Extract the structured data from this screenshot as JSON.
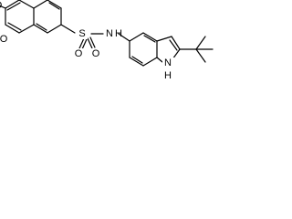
{
  "molecule": {
    "atoms": {
      "carbonyl_o": "O",
      "ring_o": "O",
      "sulfur": "S",
      "sulfonyl_o_left": "O",
      "sulfonyl_o_right": "O",
      "amide_n": "N",
      "amide_h": "H",
      "indole_n": "N",
      "indole_h": "H"
    }
  }
}
